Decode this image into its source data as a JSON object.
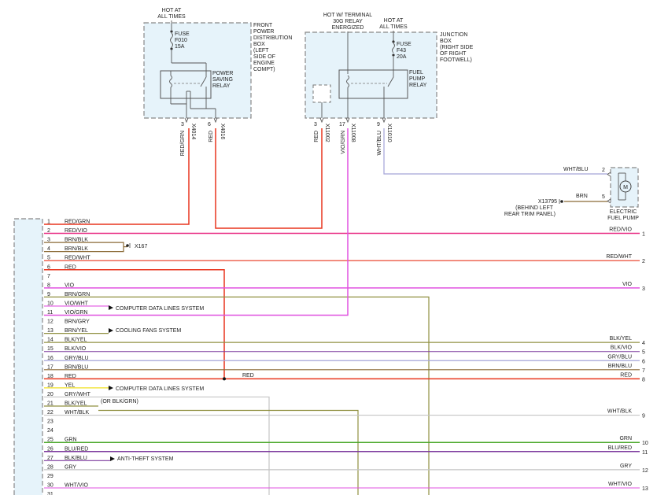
{
  "colors": {
    "red_grn": "#e8351e",
    "red": "#e8351e",
    "vio": "#e052e0",
    "red_vio": "#e82a82",
    "brn": "#8b6a36",
    "grn": "#4aa82a",
    "blu_red": "#7c3a9e",
    "blu": "#a4a4d8",
    "gry": "#c4c4c4",
    "yel": "#f0e020",
    "olive": "#909040"
  },
  "front_box": {
    "hot_label_1": "HOT AT",
    "hot_label_2": "ALL TIMES",
    "fuse_1": "FUSE",
    "fuse_2": "F010",
    "fuse_3": "15A",
    "relay_1": "POWER",
    "relay_2": "SAVING",
    "relay_3": "RELAY",
    "title_1": "FRONT",
    "title_2": "POWER",
    "title_3": "DISTRIBUTION",
    "title_4": "BOX",
    "title_5": "(LEFT",
    "title_6": "SIDE OF",
    "title_7": "ENGINE",
    "title_8": "COMPT)",
    "pin_a": "3",
    "pin_b": "6",
    "conn_a": "X4014",
    "conn_b": "X4016",
    "wire_a": "RED/GRN",
    "wire_b": "RED"
  },
  "junction_box": {
    "hot30_1": "HOT W/ TERMINAL",
    "hot30_2": "30G RELAY",
    "hot30_3": "ENERGIZED",
    "hot_1": "HOT AT",
    "hot_2": "ALL TIMES",
    "fuse_1": "FUSE",
    "fuse_2": "F43",
    "fuse_3": "20A",
    "relay_1": "FUEL",
    "relay_2": "PUMP",
    "relay_3": "RELAY",
    "title_1": "JUNCTION",
    "title_2": "BOX",
    "title_3": "(RIGHT SIDE",
    "title_4": "OF RIGHT",
    "title_5": "FOOTWELL)",
    "pin_a": "3",
    "pin_b": "17",
    "pin_c": "9",
    "conn_a": "X11002",
    "conn_b": "X11008",
    "conn_c": "X11010",
    "wire_a": "RED",
    "wire_b": "VIO/GRN",
    "wire_c": "WHT/BLU"
  },
  "fuel_pump": {
    "symbol": "M",
    "label_1": "ELECTRIC",
    "label_2": "FUEL PUMP",
    "pin_1": "2",
    "pin_2": "5",
    "wire_1": "WHT/BLU",
    "wire_2": "BRN"
  },
  "ground": {
    "id": "X13795",
    "loc_1": "(BEHIND LEFT",
    "loc_2": "REAR TRIM PANEL)"
  },
  "x167": "X167",
  "splice_label": "RED",
  "alt_color": "(OR BLK/GRN)",
  "arrow_labels": {
    "l10": "COMPUTER DATA LINES SYSTEM",
    "l13": "COOLING FANS SYSTEM",
    "l19": "COMPUTER DATA LINES SYSTEM",
    "l27": "ANTI-THEFT SYSTEM"
  },
  "left_pins": [
    {
      "n": "1",
      "c": "RED/GRN"
    },
    {
      "n": "2",
      "c": "RED/VIO"
    },
    {
      "n": "3",
      "c": "BRN/BLK"
    },
    {
      "n": "4",
      "c": "BRN/BLK"
    },
    {
      "n": "5",
      "c": "RED/WHT"
    },
    {
      "n": "6",
      "c": "RED"
    },
    {
      "n": "7",
      "c": ""
    },
    {
      "n": "8",
      "c": "VIO"
    },
    {
      "n": "9",
      "c": "BRN/GRN"
    },
    {
      "n": "10",
      "c": "VIO/WHT"
    },
    {
      "n": "11",
      "c": "VIO/GRN"
    },
    {
      "n": "12",
      "c": "BRN/GRY"
    },
    {
      "n": "13",
      "c": "BRN/YEL"
    },
    {
      "n": "14",
      "c": "BLK/YEL"
    },
    {
      "n": "15",
      "c": "BLK/VIO"
    },
    {
      "n": "16",
      "c": "GRY/BLU"
    },
    {
      "n": "17",
      "c": "BRN/BLU"
    },
    {
      "n": "18",
      "c": "RED"
    },
    {
      "n": "19",
      "c": "YEL"
    },
    {
      "n": "20",
      "c": "GRY/WHT"
    },
    {
      "n": "21",
      "c": "BLK/YEL"
    },
    {
      "n": "22",
      "c": "WHT/BLK"
    },
    {
      "n": "23",
      "c": ""
    },
    {
      "n": "24",
      "c": ""
    },
    {
      "n": "25",
      "c": "GRN"
    },
    {
      "n": "26",
      "c": "BLU/RED"
    },
    {
      "n": "27",
      "c": "BLK/BLU"
    },
    {
      "n": "28",
      "c": "GRY"
    },
    {
      "n": "29",
      "c": ""
    },
    {
      "n": "30",
      "c": "WHT/VIO"
    },
    {
      "n": "31",
      "c": ""
    }
  ],
  "right_pins": [
    {
      "n": "1",
      "c": "RED/VIO"
    },
    {
      "n": "2",
      "c": "RED/WHT"
    },
    {
      "n": "3",
      "c": "VIO"
    },
    {
      "n": "4",
      "c": "BLK/YEL"
    },
    {
      "n": "5",
      "c": "BLK/VIO"
    },
    {
      "n": "6",
      "c": "GRY/BLU"
    },
    {
      "n": "7",
      "c": "BRN/BLU"
    },
    {
      "n": "8",
      "c": "RED"
    },
    {
      "n": "9",
      "c": "WHT/BLK"
    },
    {
      "n": "10",
      "c": "GRN"
    },
    {
      "n": "11",
      "c": "BLU/RED"
    },
    {
      "n": "12",
      "c": "GRY"
    },
    {
      "n": "13",
      "c": "WHT/VIO"
    }
  ]
}
